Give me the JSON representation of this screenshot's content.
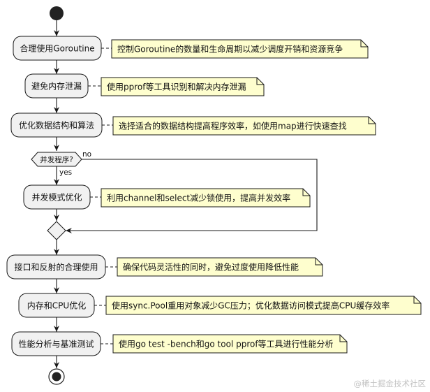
{
  "activities": {
    "a1": "合理使用Goroutine",
    "a2": "避免内存泄漏",
    "a3": "优化数据结构和算法",
    "a4": "并发模式优化",
    "a5": "接口和反射的合理使用",
    "a6": "内存和CPU优化",
    "a7": "性能分析与基准测试"
  },
  "notes": {
    "n1": "控制Goroutine的数量和生命周期以减少调度开销和资源竞争",
    "n2": "使用pprof等工具识别和解决内存泄漏",
    "n3": "选择适合的数据结构提高程序效率，如使用map进行快速查找",
    "n4": "利用channel和select减少锁使用，提高并发效率",
    "n5": "确保代码灵活性的同时，避免过度使用降低性能",
    "n6": "使用sync.Pool重用对象减少GC压力；优化数据访问模式提高CPU缓存效率",
    "n7": "使用go test -bench和go tool pprof等工具进行性能分析"
  },
  "decision": {
    "label": "并发程序?",
    "yes_label": "yes",
    "no_label": "no"
  },
  "watermark": "@稀土掘金技术社区",
  "colors": {
    "activity_fill": "#f1f1f1",
    "note_fill": "#fefece",
    "stroke": "#181818"
  }
}
